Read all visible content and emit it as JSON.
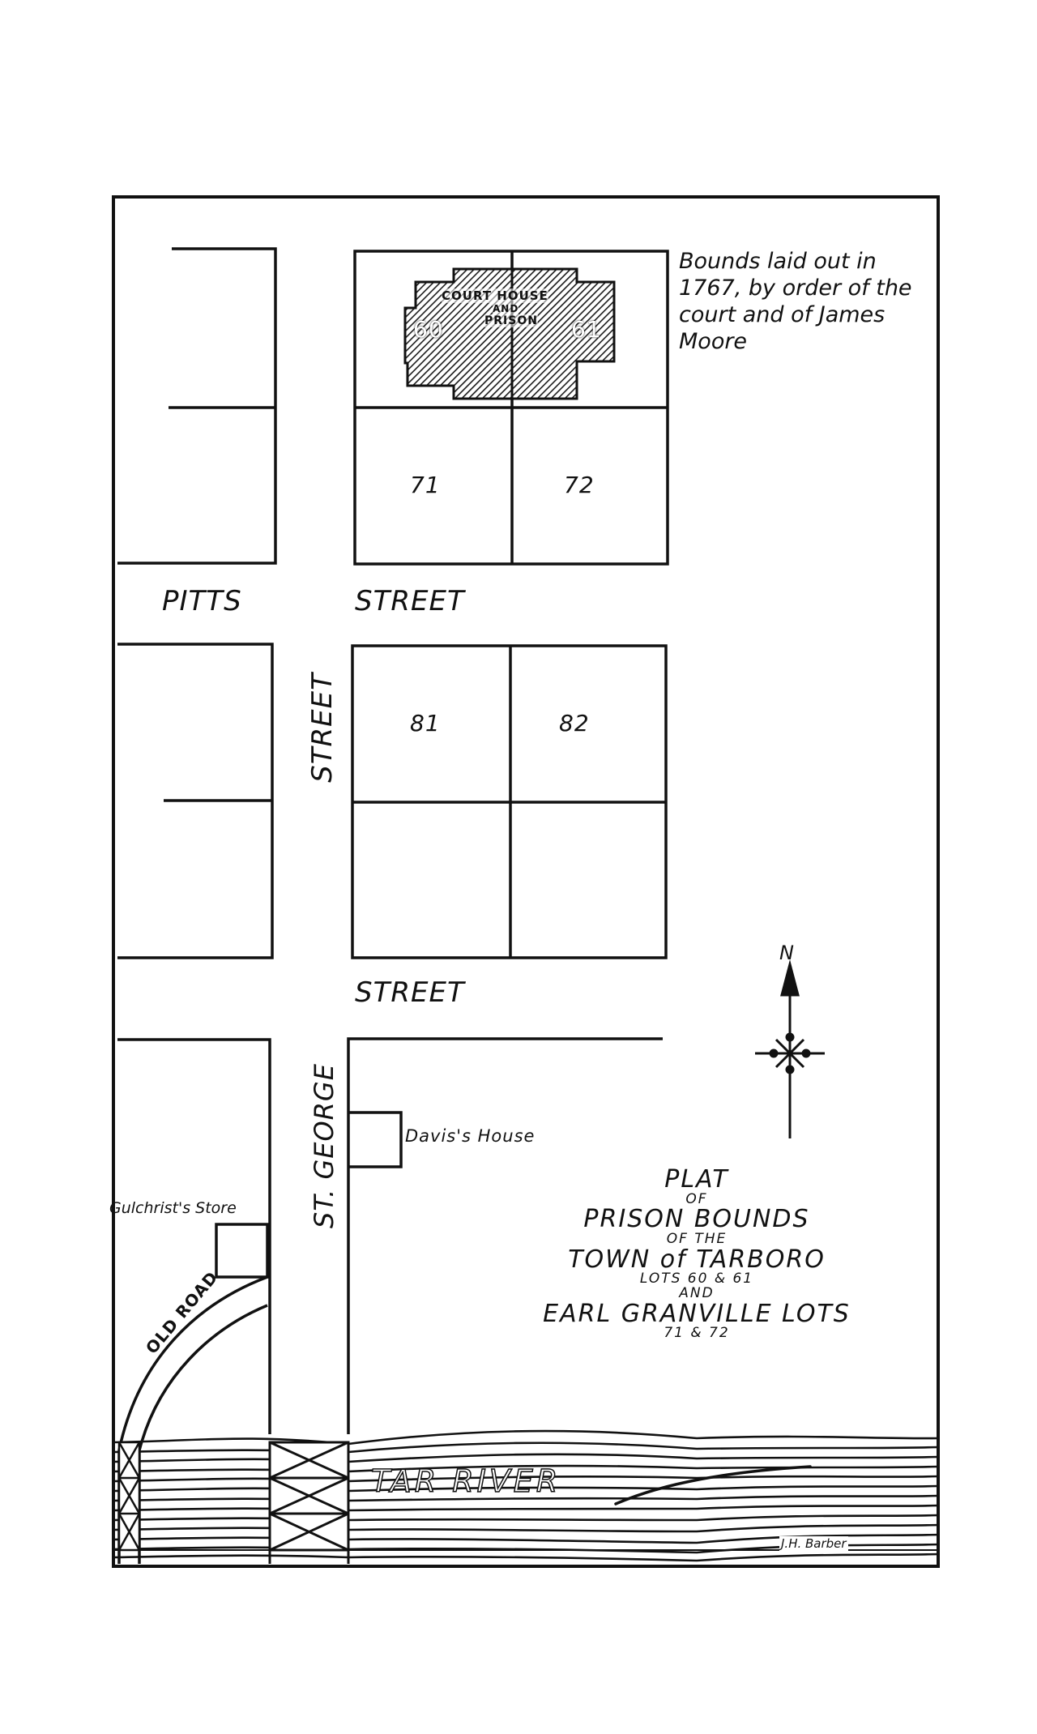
{
  "map": {
    "title_lines": [
      {
        "text": "PLAT",
        "size": "big"
      },
      {
        "text": "OF",
        "size": "small"
      },
      {
        "text": "PRISON  BOUNDS",
        "size": "big"
      },
      {
        "text": "OF  THE",
        "size": "small"
      },
      {
        "text": "TOWN  of TARBORO",
        "size": "big"
      },
      {
        "text": "LOTS  60 & 61",
        "size": "small"
      },
      {
        "text": "AND",
        "size": "small"
      },
      {
        "text": "EARL  GRANVILLE LOTS",
        "size": "big"
      },
      {
        "text": "71 & 72",
        "size": "small"
      }
    ],
    "note": "Bounds laid out in 1767, by order of the court and of James Moore",
    "courthouse": {
      "label_line1": "COURT  HOUSE",
      "label_line2": "AND",
      "label_line3": "PRISON",
      "lot_left": "60",
      "lot_right": "61"
    },
    "lots": {
      "lot_71": "71",
      "lot_72": "72",
      "lot_81": "81",
      "lot_82": "82"
    },
    "streets": {
      "pitts_left": "PITTS",
      "pitts_right": "STREET",
      "vertical_upper": "STREET",
      "lower_horizontal": "STREET",
      "st_george": "ST. GEORGE"
    },
    "landmarks": {
      "davis_house": "Davis's House",
      "gilchrist_store": "Gulchrist's Store",
      "old_road": "OLD ROAD",
      "river": "TAR  RIVER"
    },
    "compass": {
      "north_label": "N"
    },
    "signature": "J.H. Barber",
    "colors": {
      "ink": "#111111",
      "paper": "#ffffff",
      "hatch": "#222222"
    }
  }
}
